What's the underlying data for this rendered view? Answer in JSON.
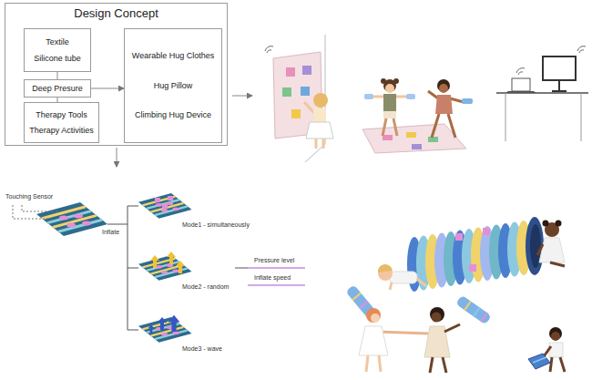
{
  "diagram": {
    "nodes": [
      {
        "text": [
          "Design Concept"
        ]
      },
      {
        "text": [
          "Textile",
          "Silicone tube"
        ],
        "in": 0
      },
      {
        "text": [
          "Deep Presure"
        ],
        "in": 0
      },
      {
        "text": [
          "Therapy Tools",
          "Therapy Activities"
        ],
        "in": 0
      },
      {
        "text": [
          "Wearable Hug Clothes",
          "Hug Pillow",
          "Climbing Hug Device"
        ],
        "in": 0
      }
    ],
    "edges": [
      {
        "from": 1,
        "to": 2,
        "arrow": "none"
      },
      {
        "from": 2,
        "to": 3,
        "arrow": "none"
      },
      {
        "from": 2,
        "to": 4,
        "arrow": "to"
      }
    ],
    "labels": [
      "Touching Sensor",
      "Inflate",
      "Mode1 - simultaneously",
      "Mode2 - random",
      "Mode3 - wave",
      "Pressure level",
      "Inflate speed"
    ]
  }
}
